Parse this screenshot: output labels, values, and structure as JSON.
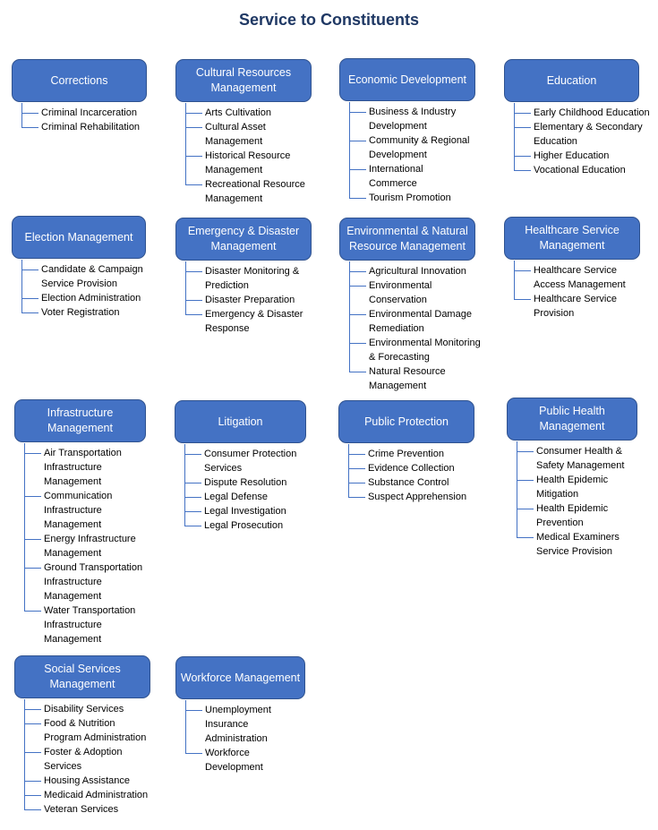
{
  "title": "Service to Constituents",
  "colors": {
    "box_fill": "#4472c4",
    "box_border": "#2f528f",
    "connector": "#4472c4",
    "title": "#1f3864"
  },
  "groups": [
    {
      "name": "Corrections",
      "children": [
        "Criminal Incarceration",
        "Criminal Rehabilitation"
      ]
    },
    {
      "name": "Cultural Resources Management",
      "children": [
        "Arts Cultivation",
        "Cultural Asset Management",
        "Historical Resource Management",
        "Recreational Resource Management"
      ]
    },
    {
      "name": "Economic Development",
      "children": [
        "Business & Industry Development",
        "Community & Regional Development",
        "International Commerce",
        "Tourism Promotion"
      ]
    },
    {
      "name": "Education",
      "children": [
        "Early Childhood Education",
        "Elementary & Secondary Education",
        "Higher Education",
        "Vocational Education"
      ]
    },
    {
      "name": "Election Management",
      "children": [
        "Candidate & Campaign Service Provision",
        "Election Administration",
        "Voter Registration"
      ]
    },
    {
      "name": "Emergency & Disaster Management",
      "children": [
        "Disaster Monitoring & Prediction",
        "Disaster Preparation",
        "Emergency & Disaster Response"
      ]
    },
    {
      "name": "Environmental & Natural Resource Management",
      "children": [
        "Agricultural Innovation",
        "Environmental Conservation",
        "Environmental Damage Remediation",
        "Environmental Monitoring & Forecasting",
        "Natural Resource Management"
      ]
    },
    {
      "name": "Healthcare Service Management",
      "children": [
        "Healthcare Service Access Management",
        "Healthcare Service Provision"
      ]
    },
    {
      "name": "Infrastructure Management",
      "children": [
        "Air Transportation Infrastructure Management",
        "Communication Infrastructure Management",
        "Energy Infrastructure Management",
        "Ground Transportation Infrastructure Management",
        "Water Transportation Infrastructure Management"
      ]
    },
    {
      "name": "Litigation",
      "children": [
        "Consumer Protection Services",
        "Dispute Resolution",
        "Legal Defense",
        "Legal Investigation",
        "Legal Prosecution"
      ]
    },
    {
      "name": "Public Protection",
      "children": [
        "Crime Prevention",
        "Evidence Collection",
        "Substance Control",
        "Suspect Apprehension"
      ]
    },
    {
      "name": "Public Health Management",
      "children": [
        "Consumer Health & Safety Management",
        "Health Epidemic Mitigation",
        "Health Epidemic Prevention",
        "Medical Examiners Service Provision"
      ]
    },
    {
      "name": "Social Services Management",
      "children": [
        "Disability Services",
        "Food & Nutrition Program Administration",
        "Foster & Adoption Services",
        "Housing Assistance",
        "Medicaid Administration",
        "Veteran Services"
      ]
    },
    {
      "name": "Workforce Management",
      "children": [
        "Unemployment Insurance Administration",
        "Workforce Development"
      ]
    }
  ]
}
